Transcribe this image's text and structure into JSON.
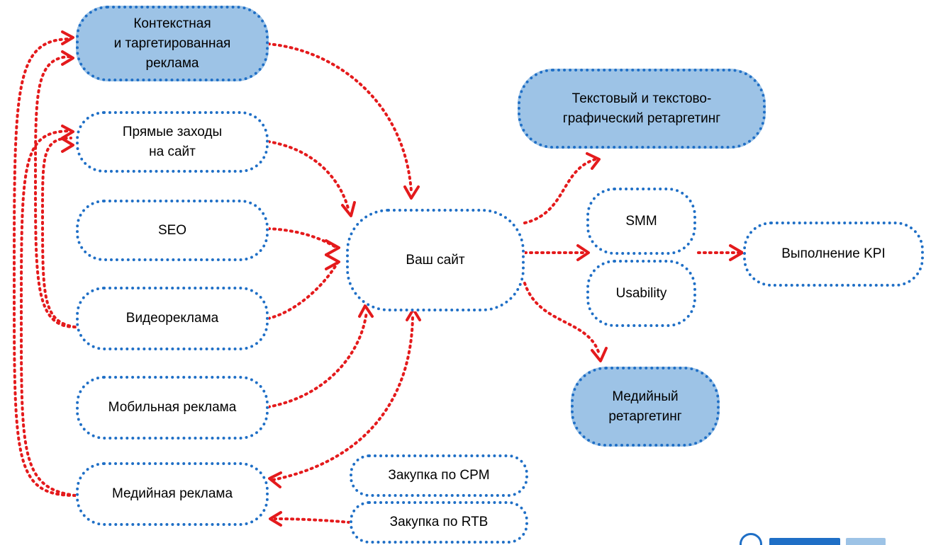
{
  "colors": {
    "node_border": "#1f6fc6",
    "node_fill": "#9dc3e6",
    "arrow": "#e41a1c"
  },
  "nodes": {
    "contextual": "Контекстная\nи таргетированная\nреклама",
    "direct": "Прямые заходы\nна сайт",
    "seo": "SEO",
    "video": "Видеореклама",
    "mobile": "Мобильная реклама",
    "media": "Медийная реклама",
    "cpm": "Закупка по CPM",
    "rtb": "Закупка по RTB",
    "site": "Ваш сайт",
    "text_retargeting": "Текстовый и текстово-\nграфический ретаргетинг",
    "smm": "SMM",
    "usability": "Usability",
    "kpi": "Выполнение KPI",
    "media_retargeting": "Медийный\nретаргетинг"
  },
  "logo": {
    "icon": "company-logo-icon"
  }
}
